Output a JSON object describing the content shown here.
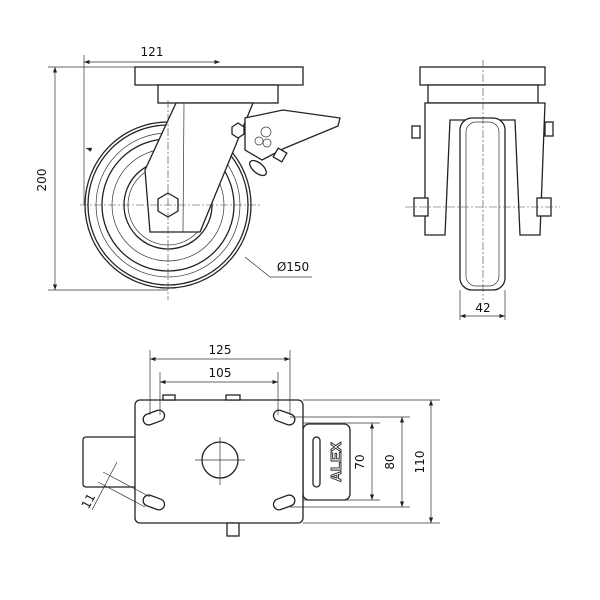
{
  "side_view": {
    "width_dim": "121",
    "height_dim": "200",
    "wheel_diameter": "Ø150"
  },
  "front_view": {
    "wheel_width_dim": "42"
  },
  "top_view": {
    "outer_hole_spacing": "125",
    "inner_hole_spacing": "105",
    "slot_width": "11",
    "inner_hole_spacing_v": "70",
    "outer_hole_spacing_v": "80",
    "plate_width": "110",
    "brake_logo": "ALEX"
  }
}
